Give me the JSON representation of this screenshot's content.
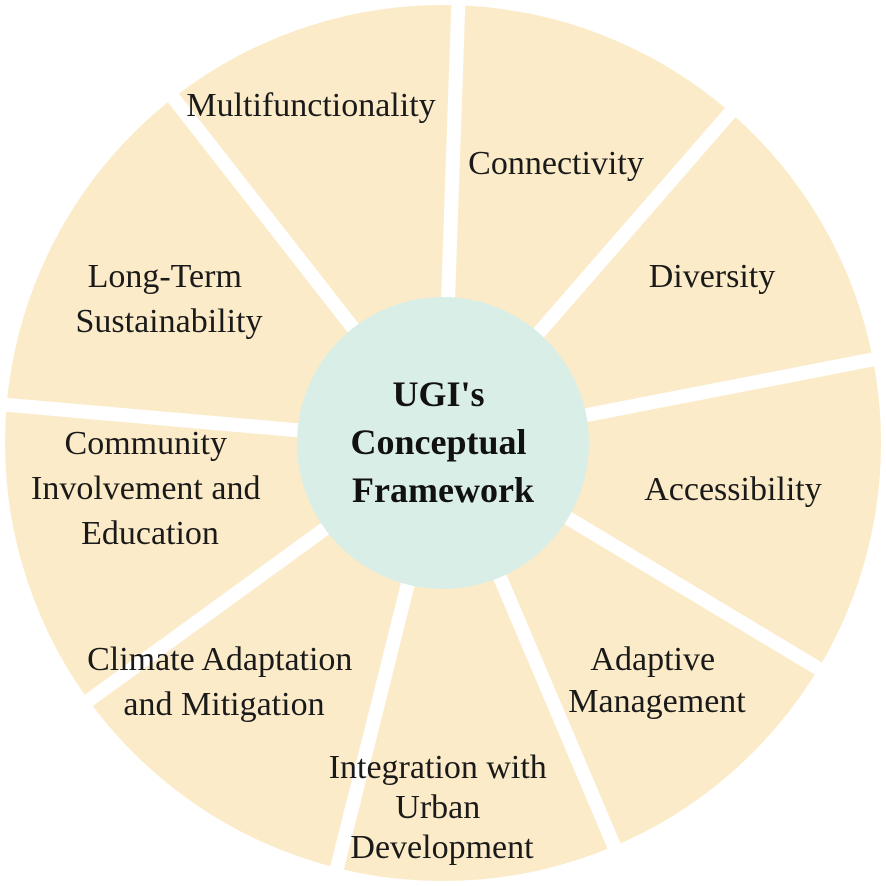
{
  "diagram": {
    "center": {
      "lines": [
        "UGI's",
        "Conceptual",
        "Framework"
      ]
    },
    "segments": [
      {
        "lines": [
          "Connectivity"
        ]
      },
      {
        "lines": [
          "Diversity"
        ]
      },
      {
        "lines": [
          "Accessibility"
        ]
      },
      {
        "lines": [
          "Adaptive",
          "Management"
        ]
      },
      {
        "lines": [
          "Integration with",
          "Urban",
          "Development"
        ]
      },
      {
        "lines": [
          "Climate Adaptation",
          "and Mitigation"
        ]
      },
      {
        "lines": [
          "Community",
          "Involvement and",
          "Education"
        ]
      },
      {
        "lines": [
          "Long-Term",
          "Sustainability"
        ]
      },
      {
        "lines": [
          "Multifunctionality"
        ]
      }
    ],
    "colors": {
      "segment_fill": "#FBEBC8",
      "center_fill": "#D9EEE6",
      "separator": "#FFFFFF"
    }
  }
}
